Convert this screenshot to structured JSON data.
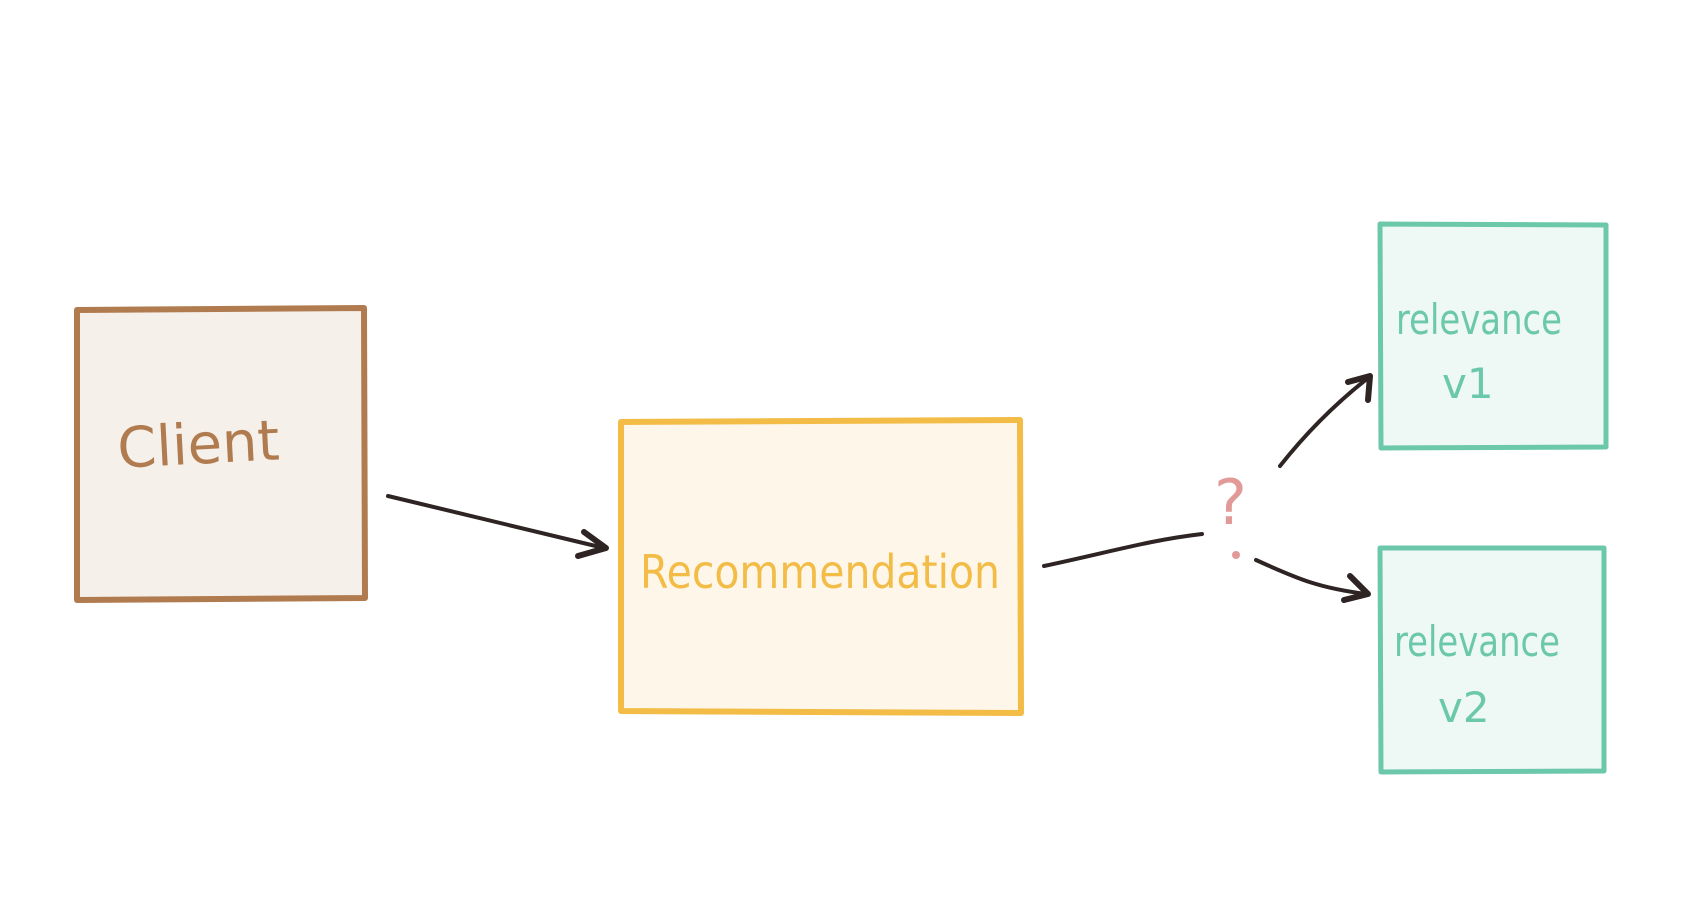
{
  "colors": {
    "client_stroke": "#B07B4F",
    "client_fill": "#F6F0EB",
    "recommendation_stroke": "#F2BC47",
    "recommendation_fill": "#FEF6E8",
    "relevance_stroke": "#6CC8AA",
    "relevance_fill": "#EEF8F5",
    "arrow": "#2E2424",
    "question": "#E29A98"
  },
  "nodes": {
    "client": {
      "label": "Client"
    },
    "recommendation": {
      "label": "Recommendation"
    },
    "relevance_v1": {
      "line1": "relevance",
      "line2": "v1"
    },
    "relevance_v2": {
      "line1": "relevance",
      "line2": "v2"
    }
  },
  "edges": {
    "split_marker": "?"
  }
}
